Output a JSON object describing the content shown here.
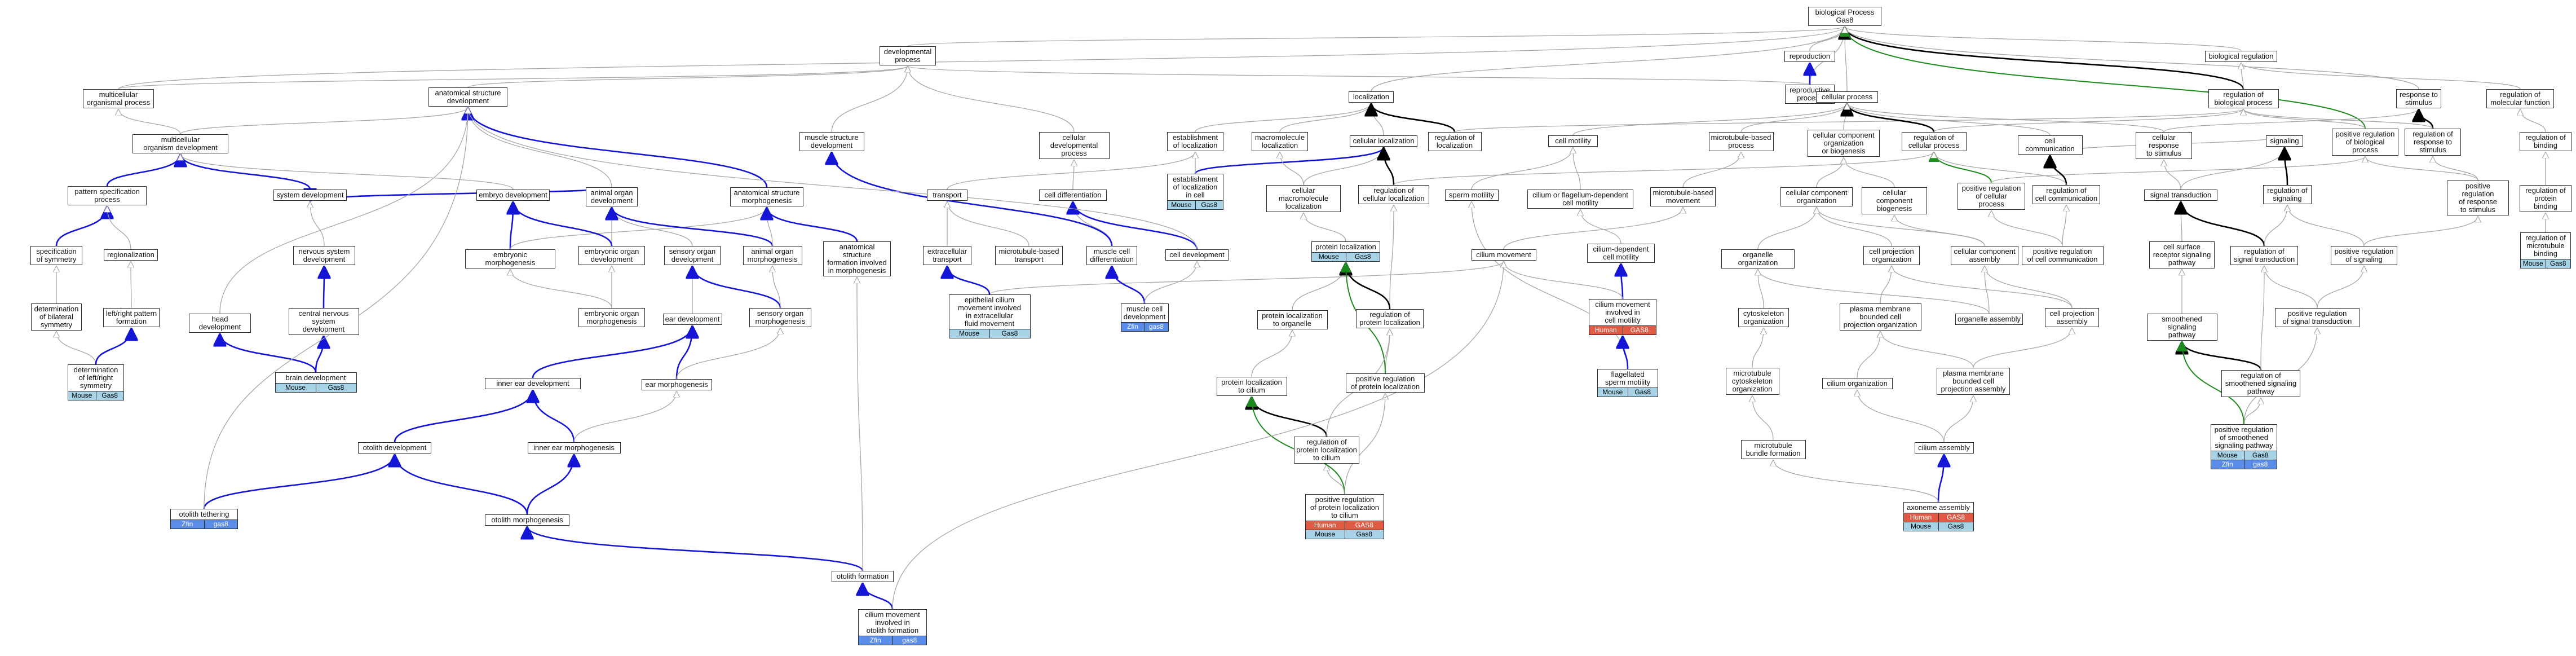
{
  "colors": {
    "is_a": "#a6a6a6",
    "part_of": "#1515d6",
    "regulates": "#000000",
    "pos_regulates": "#1d8a1d",
    "Mouse": "#a8d3e6",
    "Human": "#e05a44",
    "Zfin": "#5b8de8"
  },
  "nodes": [
    {
      "id": "n0",
      "label": "biological Process\nGas8"
    },
    {
      "id": "n1",
      "label": "developmental\nprocess"
    },
    {
      "id": "n2",
      "label": "reproduction"
    },
    {
      "id": "n3",
      "label": "biological regulation"
    },
    {
      "id": "n4",
      "label": "reproductive\nprocess"
    },
    {
      "id": "n5",
      "label": "localization"
    },
    {
      "id": "n6",
      "label": "cellular process"
    },
    {
      "id": "n7",
      "label": "regulation of\nbiological process"
    },
    {
      "id": "n8",
      "label": "response to\nstimulus"
    },
    {
      "id": "n9",
      "label": "regulation of\nmolecular function"
    },
    {
      "id": "n10",
      "label": "multicellular\norganismal process"
    },
    {
      "id": "n11",
      "label": "anatomical structure\ndevelopment"
    },
    {
      "id": "n12",
      "label": "muscle structure\ndevelopment"
    },
    {
      "id": "n13",
      "label": "cellular developmental\nprocess"
    },
    {
      "id": "n14",
      "label": "establishment\nof localization"
    },
    {
      "id": "n15",
      "label": "macromolecule\nlocalization"
    },
    {
      "id": "n16",
      "label": "cellular localization"
    },
    {
      "id": "n17",
      "label": "regulation of\nlocalization"
    },
    {
      "id": "n18",
      "label": "cell motility"
    },
    {
      "id": "n19",
      "label": "microtubule-based\nprocess"
    },
    {
      "id": "n20",
      "label": "cellular component\norganization\nor biogenesis"
    },
    {
      "id": "n21",
      "label": "regulation of\ncellular process"
    },
    {
      "id": "n22",
      "label": "cell communication"
    },
    {
      "id": "n23",
      "label": "cellular response\nto stimulus"
    },
    {
      "id": "n24",
      "label": "signaling"
    },
    {
      "id": "n25",
      "label": "positive regulation\nof biological\nprocess"
    },
    {
      "id": "n26",
      "label": "regulation of\nresponse to\nstimulus"
    },
    {
      "id": "n27",
      "label": "regulation of\nbinding"
    },
    {
      "id": "n28",
      "label": "multicellular\norganism development"
    },
    {
      "id": "n29",
      "label": "pattern specification\nprocess"
    },
    {
      "id": "n30",
      "label": "system development"
    },
    {
      "id": "n31",
      "label": "embryo development"
    },
    {
      "id": "n32",
      "label": "animal organ\ndevelopment"
    },
    {
      "id": "n33",
      "label": "anatomical structure\nmorphogenesis"
    },
    {
      "id": "n34",
      "label": "transport"
    },
    {
      "id": "n35",
      "label": "cell differentiation"
    },
    {
      "id": "n36",
      "label": "establishment\nof localization\nin cell",
      "ann": [
        [
          "Mouse",
          "Gas8"
        ]
      ]
    },
    {
      "id": "n37",
      "label": "cellular macromolecule\nlocalization"
    },
    {
      "id": "n38",
      "label": "regulation of\ncellular localization"
    },
    {
      "id": "n39",
      "label": "sperm motility"
    },
    {
      "id": "n40",
      "label": "cilium or flagellum-dependent\ncell motility"
    },
    {
      "id": "n41",
      "label": "microtubule-based\nmovement"
    },
    {
      "id": "n42",
      "label": "cellular component\norganization"
    },
    {
      "id": "n43",
      "label": "cellular component\nbiogenesis"
    },
    {
      "id": "n44",
      "label": "positive regulation\nof cellular\nprocess"
    },
    {
      "id": "n45",
      "label": "regulation of\ncell communication"
    },
    {
      "id": "n46",
      "label": "signal transduction"
    },
    {
      "id": "n47",
      "label": "regulation of\nsignaling"
    },
    {
      "id": "n48",
      "label": "positive regulation\nof response\nto stimulus"
    },
    {
      "id": "n49",
      "label": "regulation of\nprotein binding"
    },
    {
      "id": "n50",
      "label": "specification\nof symmetry"
    },
    {
      "id": "n51",
      "label": "regionalization"
    },
    {
      "id": "n52",
      "label": "nervous system\ndevelopment"
    },
    {
      "id": "n53",
      "label": "embryonic morphogenesis"
    },
    {
      "id": "n54",
      "label": "embryonic organ\ndevelopment"
    },
    {
      "id": "n55",
      "label": "sensory organ\ndevelopment"
    },
    {
      "id": "n56",
      "label": "animal organ\nmorphogenesis"
    },
    {
      "id": "n57",
      "label": "anatomical structure\nformation involved\nin morphogenesis"
    },
    {
      "id": "n58",
      "label": "extracellular\ntransport"
    },
    {
      "id": "n59",
      "label": "microtubule-based\ntransport"
    },
    {
      "id": "n60",
      "label": "muscle cell\ndifferentiation"
    },
    {
      "id": "n61",
      "label": "cell development"
    },
    {
      "id": "n62",
      "label": "protein localization",
      "ann": [
        [
          "Mouse",
          "Gas8"
        ]
      ]
    },
    {
      "id": "n63",
      "label": "cilium movement"
    },
    {
      "id": "n64",
      "label": "cilium-dependent\ncell motility"
    },
    {
      "id": "n65",
      "label": "organelle organization"
    },
    {
      "id": "n66",
      "label": "cell projection\norganization"
    },
    {
      "id": "n67",
      "label": "cellular component\nassembly"
    },
    {
      "id": "n68",
      "label": "positive regulation\nof cell communication"
    },
    {
      "id": "n69",
      "label": "cell surface\nreceptor signaling\npathway"
    },
    {
      "id": "n70",
      "label": "regulation of\nsignal transduction"
    },
    {
      "id": "n71",
      "label": "positive regulation\nof signaling"
    },
    {
      "id": "n72",
      "label": "regulation of\nmicrotubule\nbinding",
      "ann": [
        [
          "Mouse",
          "Gas8"
        ]
      ]
    },
    {
      "id": "n73",
      "label": "determination\nof bilateral\nsymmetry"
    },
    {
      "id": "n74",
      "label": "left/right pattern\nformation"
    },
    {
      "id": "n75",
      "label": "head development"
    },
    {
      "id": "n76",
      "label": "central nervous\nsystem development"
    },
    {
      "id": "n77",
      "label": "embryonic organ\nmorphogenesis"
    },
    {
      "id": "n78",
      "label": "ear development"
    },
    {
      "id": "n79",
      "label": "sensory organ\nmorphogenesis"
    },
    {
      "id": "n80",
      "label": "epithelial cilium\nmovement involved\nin extracellular\nfluid movement",
      "ann": [
        [
          "Mouse",
          "Gas8"
        ]
      ]
    },
    {
      "id": "n81",
      "label": "muscle cell\ndevelopment",
      "ann": [
        [
          "Zfin",
          "gas8"
        ]
      ]
    },
    {
      "id": "n82",
      "label": "protein localization\nto organelle"
    },
    {
      "id": "n83",
      "label": "regulation of\nprotein localization"
    },
    {
      "id": "n84",
      "label": "cilium movement\ninvolved in\ncell motility",
      "ann": [
        [
          "Human",
          "GAS8"
        ]
      ]
    },
    {
      "id": "n85",
      "label": "cytoskeleton\norganization"
    },
    {
      "id": "n86",
      "label": "plasma membrane\nbounded cell\nprojection organization"
    },
    {
      "id": "n87",
      "label": "organelle assembly"
    },
    {
      "id": "n88",
      "label": "cell projection\nassembly"
    },
    {
      "id": "n89",
      "label": "smoothened signaling\npathway"
    },
    {
      "id": "n90",
      "label": "positive regulation\nof signal transduction"
    },
    {
      "id": "n91",
      "label": "determination\nof left/right\nsymmetry",
      "ann": [
        [
          "Mouse",
          "Gas8"
        ]
      ]
    },
    {
      "id": "n92",
      "label": "brain development",
      "ann": [
        [
          "Mouse",
          "Gas8"
        ]
      ]
    },
    {
      "id": "n93",
      "label": "inner ear development"
    },
    {
      "id": "n94",
      "label": "ear morphogenesis"
    },
    {
      "id": "n95",
      "label": "positive regulation\nof protein localization"
    },
    {
      "id": "n96",
      "label": "flagellated\nsperm motility",
      "ann": [
        [
          "Mouse",
          "Gas8"
        ]
      ]
    },
    {
      "id": "n97",
      "label": "microtubule\ncytoskeleton\norganization"
    },
    {
      "id": "n98",
      "label": "cilium organization"
    },
    {
      "id": "n99",
      "label": "plasma membrane\nbounded cell\nprojection assembly"
    },
    {
      "id": "n100",
      "label": "regulation of\nsmoothened signaling\npathway"
    },
    {
      "id": "n101",
      "label": "protein localization\nto cilium"
    },
    {
      "id": "n102",
      "label": "inner ear morphogenesis"
    },
    {
      "id": "n103",
      "label": "otolith development"
    },
    {
      "id": "n104",
      "label": "microtubule\nbundle formation"
    },
    {
      "id": "n105",
      "label": "cilium assembly"
    },
    {
      "id": "n106",
      "label": "positive regulation\nof smoothened\nsignaling pathway",
      "ann": [
        [
          "Mouse",
          "Gas8"
        ],
        [
          "Zfin",
          "gas8"
        ]
      ]
    },
    {
      "id": "n107",
      "label": "regulation of\nprotein localization\nto cilium"
    },
    {
      "id": "n108",
      "label": "otolith tethering",
      "ann": [
        [
          "Zfin",
          "gas8"
        ]
      ]
    },
    {
      "id": "n109",
      "label": "otolith morphogenesis"
    },
    {
      "id": "n110",
      "label": "axoneme assembly",
      "ann": [
        [
          "Human",
          "GAS8"
        ],
        [
          "Mouse",
          "Gas8"
        ]
      ]
    },
    {
      "id": "n111",
      "label": "positive regulation\nof protein localization\nto cilium",
      "ann": [
        [
          "Human",
          "GAS8"
        ],
        [
          "Mouse",
          "Gas8"
        ]
      ]
    },
    {
      "id": "n112",
      "label": "otolith formation"
    },
    {
      "id": "n113",
      "label": "cilium movement\ninvolved in\notolith formation",
      "ann": [
        [
          "Zfin",
          "gas8"
        ]
      ]
    }
  ],
  "edges": [
    [
      "n1",
      "n0",
      "is_a"
    ],
    [
      "n2",
      "n0",
      "is_a"
    ],
    [
      "n3",
      "n0",
      "is_a"
    ],
    [
      "n4",
      "n0",
      "is_a"
    ],
    [
      "n5",
      "n0",
      "is_a"
    ],
    [
      "n6",
      "n0",
      "is_a"
    ],
    [
      "n7",
      "n0",
      "regulates"
    ],
    [
      "n8",
      "n0",
      "is_a"
    ],
    [
      "n25",
      "n0",
      "pos_regulates"
    ],
    [
      "n10",
      "n0",
      "is_a"
    ],
    [
      "n4",
      "n2",
      "part_of"
    ],
    [
      "n7",
      "n3",
      "is_a"
    ],
    [
      "n9",
      "n3",
      "is_a"
    ],
    [
      "n4",
      "n1",
      "is_a"
    ],
    [
      "n11",
      "n1",
      "is_a"
    ],
    [
      "n13",
      "n1",
      "is_a"
    ],
    [
      "n10",
      "n1",
      "is_a"
    ],
    [
      "n12",
      "n1",
      "is_a"
    ],
    [
      "n14",
      "n5",
      "is_a"
    ],
    [
      "n15",
      "n5",
      "is_a"
    ],
    [
      "n16",
      "n5",
      "is_a"
    ],
    [
      "n17",
      "n5",
      "regulates"
    ],
    [
      "n17",
      "n7",
      "is_a"
    ],
    [
      "n18",
      "n6",
      "is_a"
    ],
    [
      "n19",
      "n6",
      "is_a"
    ],
    [
      "n20",
      "n6",
      "is_a"
    ],
    [
      "n21",
      "n6",
      "regulates"
    ],
    [
      "n21",
      "n7",
      "is_a"
    ],
    [
      "n22",
      "n6",
      "is_a"
    ],
    [
      "n23",
      "n6",
      "is_a"
    ],
    [
      "n23",
      "n8",
      "is_a"
    ],
    [
      "n24",
      "n22",
      "is_a"
    ],
    [
      "n25",
      "n7",
      "is_a"
    ],
    [
      "n26",
      "n8",
      "regulates"
    ],
    [
      "n26",
      "n7",
      "is_a"
    ],
    [
      "n27",
      "n9",
      "is_a"
    ],
    [
      "n28",
      "n10",
      "is_a"
    ],
    [
      "n28",
      "n11",
      "is_a"
    ],
    [
      "n29",
      "n28",
      "part_of"
    ],
    [
      "n30",
      "n28",
      "part_of"
    ],
    [
      "n31",
      "n28",
      "is_a"
    ],
    [
      "n32",
      "n11",
      "is_a"
    ],
    [
      "n32",
      "n30",
      "part_of"
    ],
    [
      "n33",
      "n11",
      "part_of"
    ],
    [
      "n34",
      "n14",
      "is_a"
    ],
    [
      "n35",
      "n13",
      "is_a"
    ],
    [
      "n36",
      "n16",
      "part_of"
    ],
    [
      "n36",
      "n14",
      "is_a"
    ],
    [
      "n37",
      "n15",
      "is_a"
    ],
    [
      "n37",
      "n16",
      "is_a"
    ],
    [
      "n38",
      "n16",
      "regulates"
    ],
    [
      "n38",
      "n21",
      "is_a"
    ],
    [
      "n39",
      "n18",
      "is_a"
    ],
    [
      "n40",
      "n18",
      "is_a"
    ],
    [
      "n41",
      "n19",
      "is_a"
    ],
    [
      "n42",
      "n20",
      "is_a"
    ],
    [
      "n43",
      "n20",
      "is_a"
    ],
    [
      "n44",
      "n21",
      "pos_regulates"
    ],
    [
      "n44",
      "n25",
      "is_a"
    ],
    [
      "n45",
      "n22",
      "regulates"
    ],
    [
      "n45",
      "n21",
      "is_a"
    ],
    [
      "n46",
      "n24",
      "is_a"
    ],
    [
      "n46",
      "n23",
      "is_a"
    ],
    [
      "n47",
      "n24",
      "regulates"
    ],
    [
      "n48",
      "n26",
      "is_a"
    ],
    [
      "n48",
      "n25",
      "is_a"
    ],
    [
      "n49",
      "n27",
      "is_a"
    ],
    [
      "n50",
      "n29",
      "part_of"
    ],
    [
      "n51",
      "n29",
      "is_a"
    ],
    [
      "n52",
      "n30",
      "is_a"
    ],
    [
      "n53",
      "n31",
      "part_of"
    ],
    [
      "n53",
      "n33",
      "is_a"
    ],
    [
      "n54",
      "n32",
      "is_a"
    ],
    [
      "n54",
      "n31",
      "part_of"
    ],
    [
      "n55",
      "n32",
      "is_a"
    ],
    [
      "n56",
      "n32",
      "part_of"
    ],
    [
      "n56",
      "n33",
      "is_a"
    ],
    [
      "n57",
      "n33",
      "part_of"
    ],
    [
      "n58",
      "n34",
      "is_a"
    ],
    [
      "n59",
      "n34",
      "is_a"
    ],
    [
      "n60",
      "n35",
      "is_a"
    ],
    [
      "n60",
      "n12",
      "part_of"
    ],
    [
      "n61",
      "n35",
      "part_of"
    ],
    [
      "n61",
      "n11",
      "is_a"
    ],
    [
      "n62",
      "n37",
      "is_a"
    ],
    [
      "n63",
      "n41",
      "is_a"
    ],
    [
      "n64",
      "n40",
      "is_a"
    ],
    [
      "n65",
      "n42",
      "is_a"
    ],
    [
      "n66",
      "n42",
      "is_a"
    ],
    [
      "n67",
      "n43",
      "is_a"
    ],
    [
      "n67",
      "n42",
      "is_a"
    ],
    [
      "n68",
      "n45",
      "is_a"
    ],
    [
      "n68",
      "n44",
      "is_a"
    ],
    [
      "n69",
      "n46",
      "is_a"
    ],
    [
      "n70",
      "n46",
      "regulates"
    ],
    [
      "n70",
      "n47",
      "is_a"
    ],
    [
      "n71",
      "n47",
      "is_a"
    ],
    [
      "n71",
      "n48",
      "is_a"
    ],
    [
      "n72",
      "n49",
      "is_a"
    ],
    [
      "n73",
      "n50",
      "is_a"
    ],
    [
      "n74",
      "n51",
      "is_a"
    ],
    [
      "n75",
      "n11",
      "is_a"
    ],
    [
      "n76",
      "n52",
      "part_of"
    ],
    [
      "n77",
      "n54",
      "is_a"
    ],
    [
      "n77",
      "n53",
      "is_a"
    ],
    [
      "n78",
      "n55",
      "is_a"
    ],
    [
      "n79",
      "n55",
      "part_of"
    ],
    [
      "n79",
      "n56",
      "is_a"
    ],
    [
      "n80",
      "n63",
      "is_a"
    ],
    [
      "n80",
      "n58",
      "part_of"
    ],
    [
      "n81",
      "n60",
      "part_of"
    ],
    [
      "n81",
      "n61",
      "is_a"
    ],
    [
      "n82",
      "n62",
      "is_a"
    ],
    [
      "n83",
      "n38",
      "is_a"
    ],
    [
      "n83",
      "n62",
      "regulates"
    ],
    [
      "n84",
      "n64",
      "part_of"
    ],
    [
      "n84",
      "n63",
      "is_a"
    ],
    [
      "n85",
      "n65",
      "is_a"
    ],
    [
      "n86",
      "n66",
      "is_a"
    ],
    [
      "n87",
      "n65",
      "is_a"
    ],
    [
      "n87",
      "n67",
      "is_a"
    ],
    [
      "n88",
      "n66",
      "is_a"
    ],
    [
      "n88",
      "n67",
      "is_a"
    ],
    [
      "n89",
      "n69",
      "is_a"
    ],
    [
      "n90",
      "n70",
      "is_a"
    ],
    [
      "n90",
      "n71",
      "is_a"
    ],
    [
      "n91",
      "n73",
      "is_a"
    ],
    [
      "n91",
      "n74",
      "part_of"
    ],
    [
      "n92",
      "n76",
      "part_of"
    ],
    [
      "n92",
      "n75",
      "part_of"
    ],
    [
      "n93",
      "n78",
      "part_of"
    ],
    [
      "n94",
      "n78",
      "part_of"
    ],
    [
      "n94",
      "n79",
      "is_a"
    ],
    [
      "n95",
      "n83",
      "is_a"
    ],
    [
      "n95",
      "n62",
      "pos_regulates"
    ],
    [
      "n96",
      "n39",
      "is_a"
    ],
    [
      "n96",
      "n84",
      "part_of"
    ],
    [
      "n97",
      "n85",
      "is_a"
    ],
    [
      "n98",
      "n86",
      "is_a"
    ],
    [
      "n99",
      "n86",
      "is_a"
    ],
    [
      "n99",
      "n88",
      "is_a"
    ],
    [
      "n100",
      "n89",
      "regulates"
    ],
    [
      "n100",
      "n70",
      "is_a"
    ],
    [
      "n101",
      "n82",
      "is_a"
    ],
    [
      "n102",
      "n93",
      "part_of"
    ],
    [
      "n102",
      "n94",
      "is_a"
    ],
    [
      "n103",
      "n93",
      "part_of"
    ],
    [
      "n104",
      "n97",
      "is_a"
    ],
    [
      "n105",
      "n98",
      "is_a"
    ],
    [
      "n105",
      "n99",
      "is_a"
    ],
    [
      "n106",
      "n100",
      "is_a"
    ],
    [
      "n106",
      "n90",
      "is_a"
    ],
    [
      "n106",
      "n89",
      "pos_regulates"
    ],
    [
      "n107",
      "n101",
      "regulates"
    ],
    [
      "n107",
      "n83",
      "is_a"
    ],
    [
      "n108",
      "n103",
      "part_of"
    ],
    [
      "n108",
      "n11",
      "is_a"
    ],
    [
      "n109",
      "n102",
      "part_of"
    ],
    [
      "n109",
      "n103",
      "part_of"
    ],
    [
      "n110",
      "n105",
      "part_of"
    ],
    [
      "n110",
      "n104",
      "is_a"
    ],
    [
      "n111",
      "n107",
      "is_a"
    ],
    [
      "n111",
      "n101",
      "pos_regulates"
    ],
    [
      "n111",
      "n95",
      "is_a"
    ],
    [
      "n112",
      "n109",
      "part_of"
    ],
    [
      "n112",
      "n57",
      "is_a"
    ],
    [
      "n113",
      "n112",
      "part_of"
    ],
    [
      "n113",
      "n63",
      "is_a"
    ]
  ]
}
